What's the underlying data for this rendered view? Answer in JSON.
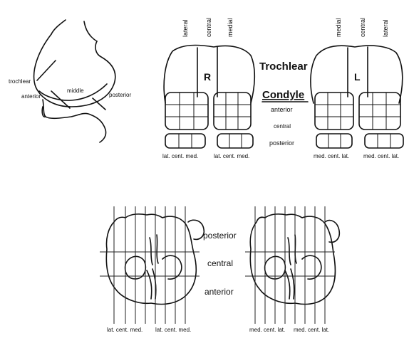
{
  "knee_sagittal": {
    "trochlear": "trochlear",
    "anterior": "anterior",
    "middle": "middle",
    "posterior": "posterior"
  },
  "femur_top": {
    "right_columns": [
      "lateral",
      "central",
      "medial"
    ],
    "left_columns": [
      "medial",
      "central",
      "lateral"
    ],
    "right_letter": "R",
    "left_letter": "L",
    "trochlear": "Trochlear",
    "condyle": "Condyle",
    "anterior": "anterior",
    "central": "central",
    "posterior": "posterior",
    "right_bottom_left": "lat. cent. med.",
    "right_bottom_right": "lat. cent. med.",
    "left_bottom_left": "med. cent. lat.",
    "left_bottom_right": "med. cent. lat."
  },
  "tibia_bottom": {
    "posterior": "posterior",
    "central": "central",
    "anterior": "anterior",
    "right_bottom_left": "lat. cent. med.",
    "right_bottom_right": "lat. cent. med.",
    "left_bottom_left": "med. cent. lat.",
    "left_bottom_right": "med. cent. lat."
  }
}
